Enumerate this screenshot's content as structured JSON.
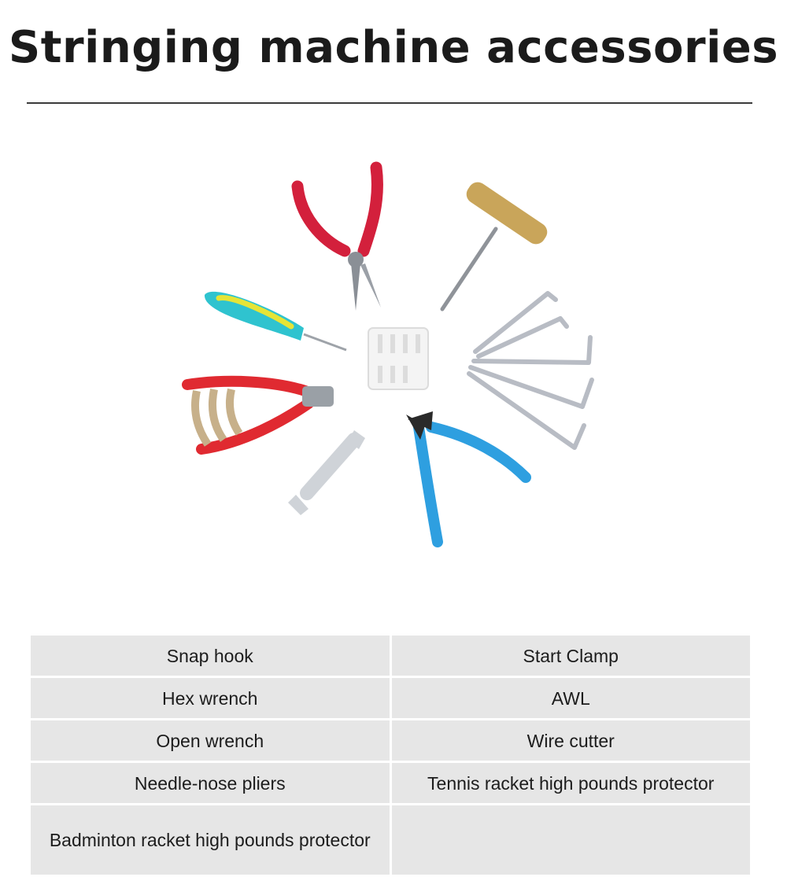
{
  "page": {
    "title": "Stringing machine accessories"
  },
  "tools": [
    {
      "name": "needle-nose-pliers",
      "color": "#d3203c"
    },
    {
      "name": "t-handle-awl",
      "color": "#c9a55a"
    },
    {
      "name": "awl",
      "color": "#2fc3cf"
    },
    {
      "name": "start-clamp",
      "color": "#e02a31"
    },
    {
      "name": "hex-wrenches",
      "color": "#b8bcc4"
    },
    {
      "name": "open-wrench",
      "color": "#cfd3d8"
    },
    {
      "name": "wire-cutter",
      "color": "#2e9fe0"
    },
    {
      "name": "pounds-protector",
      "color": "#f4f4f4"
    }
  ],
  "table": {
    "rows": [
      [
        "Snap hook",
        "Start Clamp"
      ],
      [
        "Hex wrench",
        "AWL"
      ],
      [
        "Open wrench",
        "Wire cutter"
      ],
      [
        "Needle-nose pliers",
        "Tennis racket high pounds protector"
      ],
      [
        "Badminton racket high pounds protector",
        ""
      ]
    ]
  }
}
